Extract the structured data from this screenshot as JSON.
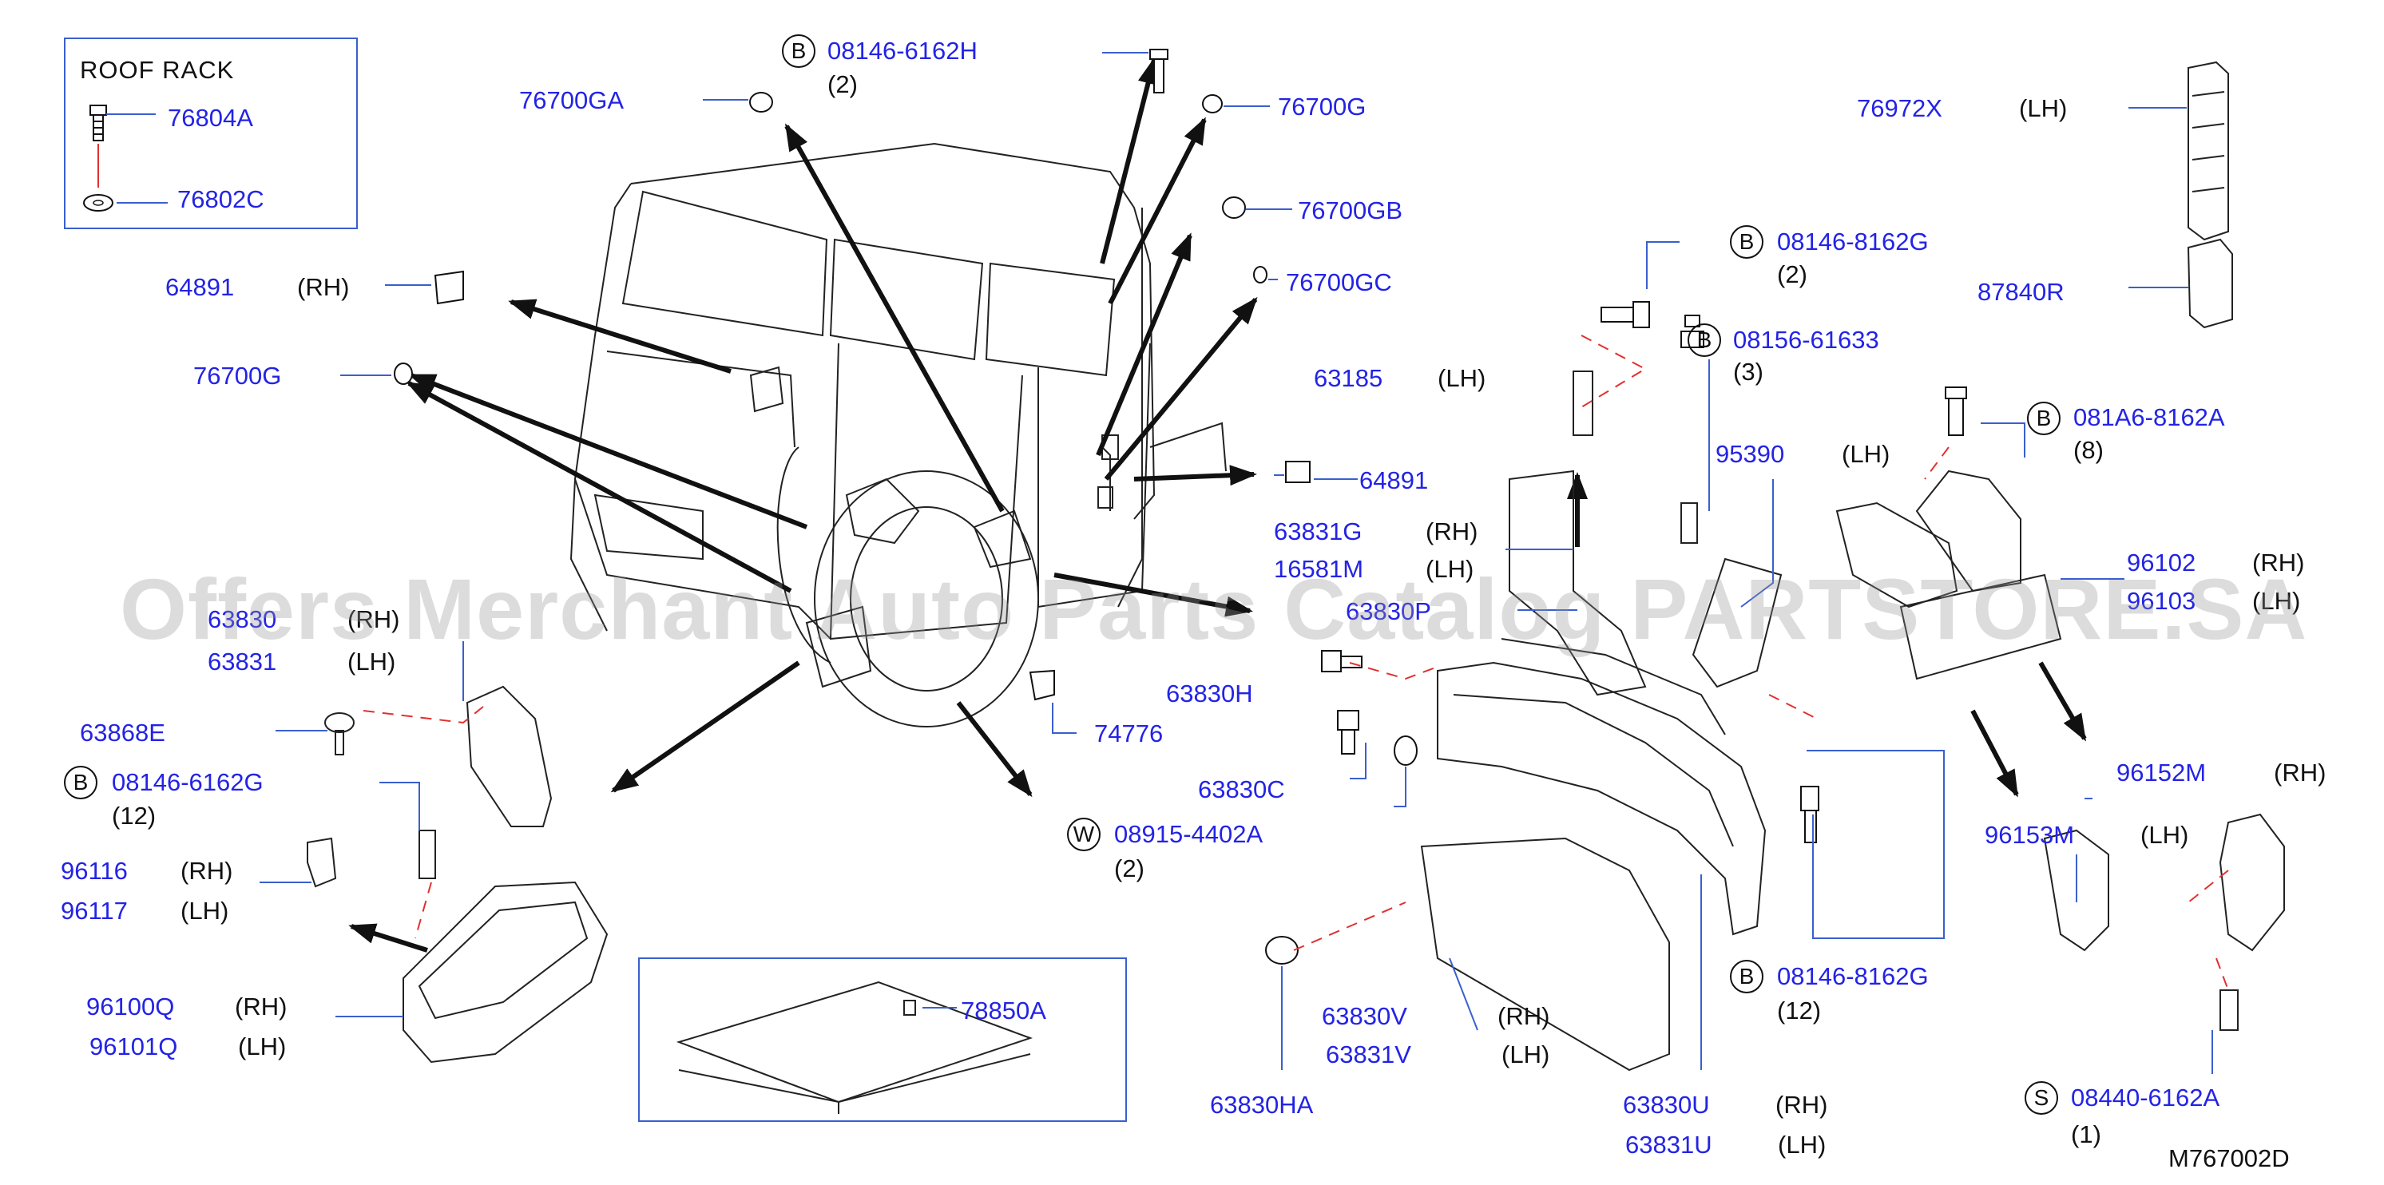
{
  "roof_rack": {
    "title": "ROOF   RACK",
    "parts": [
      "76804A",
      "76802C"
    ]
  },
  "callouts": [
    {
      "part": "08146-6162H",
      "prefix": "B",
      "qty": "(2)"
    },
    {
      "part": "76700GA"
    },
    {
      "part": "76700G"
    },
    {
      "part": "76700GB"
    },
    {
      "part": "76700GC"
    },
    {
      "part": "64891",
      "side": "(RH)"
    },
    {
      "part": "76700G"
    },
    {
      "part": "76972X",
      "side": "(LH)"
    },
    {
      "part": "87840R"
    },
    {
      "part": "08146-8162G",
      "prefix": "B",
      "qty": "(2)"
    },
    {
      "part": "08156-61633",
      "prefix": "B",
      "qty": "(3)"
    },
    {
      "part": "63185",
      "side": "(LH)"
    },
    {
      "part": "64891"
    },
    {
      "part": "95390",
      "side": "(LH)"
    },
    {
      "part": "081A6-8162A",
      "prefix": "B",
      "qty": "(8)"
    },
    {
      "part": "63831G",
      "side": "(RH)"
    },
    {
      "part": "16581M",
      "side": "(LH)"
    },
    {
      "part": "96102",
      "side": "(RH)"
    },
    {
      "part": "96103",
      "side": "(LH)"
    },
    {
      "part": "63830P"
    },
    {
      "part": "63830",
      "side": "(RH)"
    },
    {
      "part": "63831",
      "side": "(LH)"
    },
    {
      "part": "63830H"
    },
    {
      "part": "74776"
    },
    {
      "part": "63868E"
    },
    {
      "part": "08146-6162G",
      "prefix": "B",
      "qty": "(12)"
    },
    {
      "part": "63830C"
    },
    {
      "part": "96152M",
      "side": "(RH)"
    },
    {
      "part": "96153M",
      "side": "(LH)"
    },
    {
      "part": "08915-4402A",
      "prefix": "W",
      "qty": "(2)"
    },
    {
      "part": "96116",
      "side": "(RH)"
    },
    {
      "part": "96117",
      "side": "(LH)"
    },
    {
      "part": "08146-8162G",
      "prefix": "B",
      "qty": "(12)"
    },
    {
      "part": "96100Q",
      "side": "(RH)"
    },
    {
      "part": "96101Q",
      "side": "(LH)"
    },
    {
      "part": "78850A"
    },
    {
      "part": "63830V",
      "side": "(RH)"
    },
    {
      "part": "63831V",
      "side": "(LH)"
    },
    {
      "part": "63830HA"
    },
    {
      "part": "63830U",
      "side": "(RH)"
    },
    {
      "part": "63831U",
      "side": "(LH)"
    },
    {
      "part": "08440-6162A",
      "prefix": "S",
      "qty": "(1)"
    }
  ],
  "diagram_code": "M767002D",
  "watermark": "Offers Merchant Auto Parts Catalog PARTSTORE.SA",
  "colors": {
    "part_number": "#2323e6",
    "leader_line": "#3a5fcf",
    "dash_line": "#e23030",
    "ink": "#111111"
  }
}
